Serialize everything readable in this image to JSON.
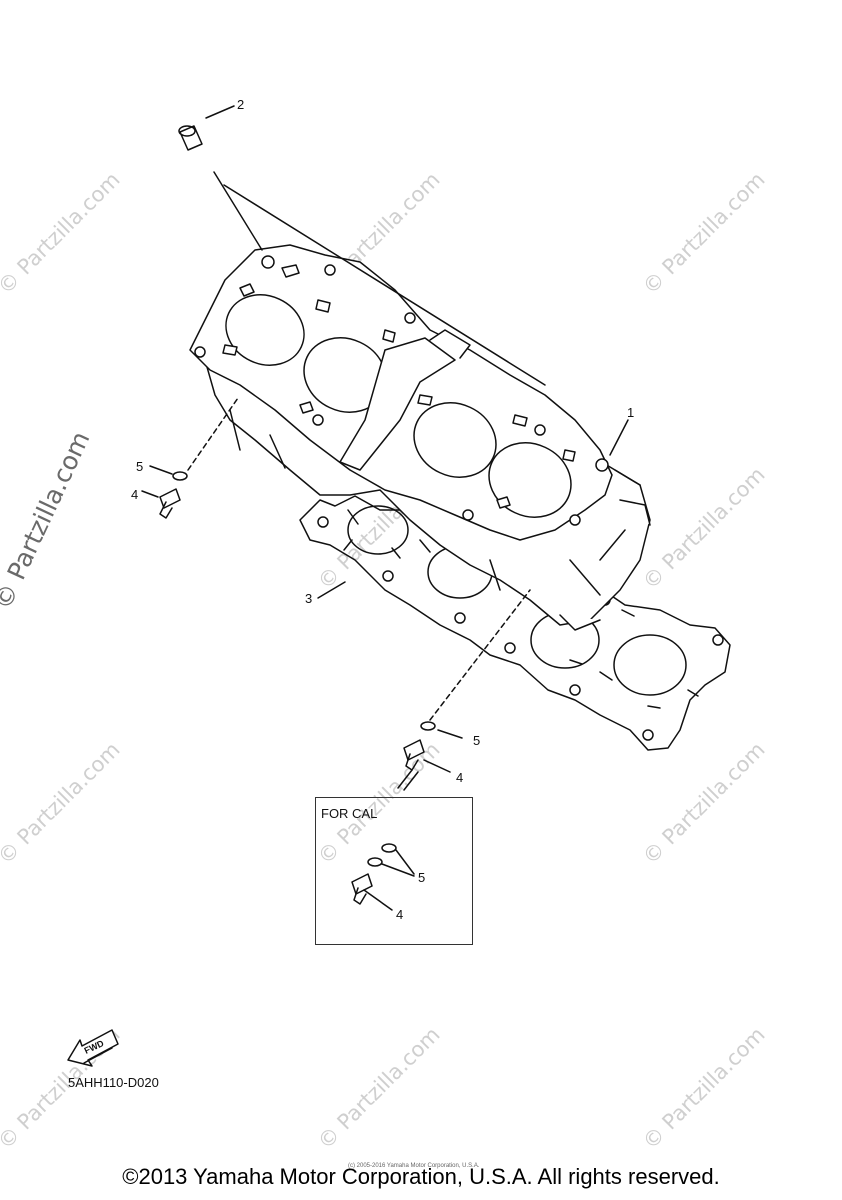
{
  "watermark": {
    "text": "© Partzilla.com",
    "primary_text": "© Partzilla.com"
  },
  "callouts": {
    "c1": "1",
    "c2": "2",
    "c3": "3",
    "c4a": "4",
    "c5a": "5",
    "c5b": "5",
    "c4b": "4",
    "c5c": "5",
    "c4c": "4"
  },
  "inset": {
    "title": "FOR CAL"
  },
  "fwd_label": "FWD",
  "diagram_code": "5AHH110-D020",
  "small_copyright": "(c) 2005-2016 Yamaha Motor Corporation, U.S.A.",
  "footer": "©2013 Yamaha Motor Corporation, U.S.A. All rights reserved.",
  "colors": {
    "line": "#111111",
    "watermark": "#cfcfcf"
  }
}
